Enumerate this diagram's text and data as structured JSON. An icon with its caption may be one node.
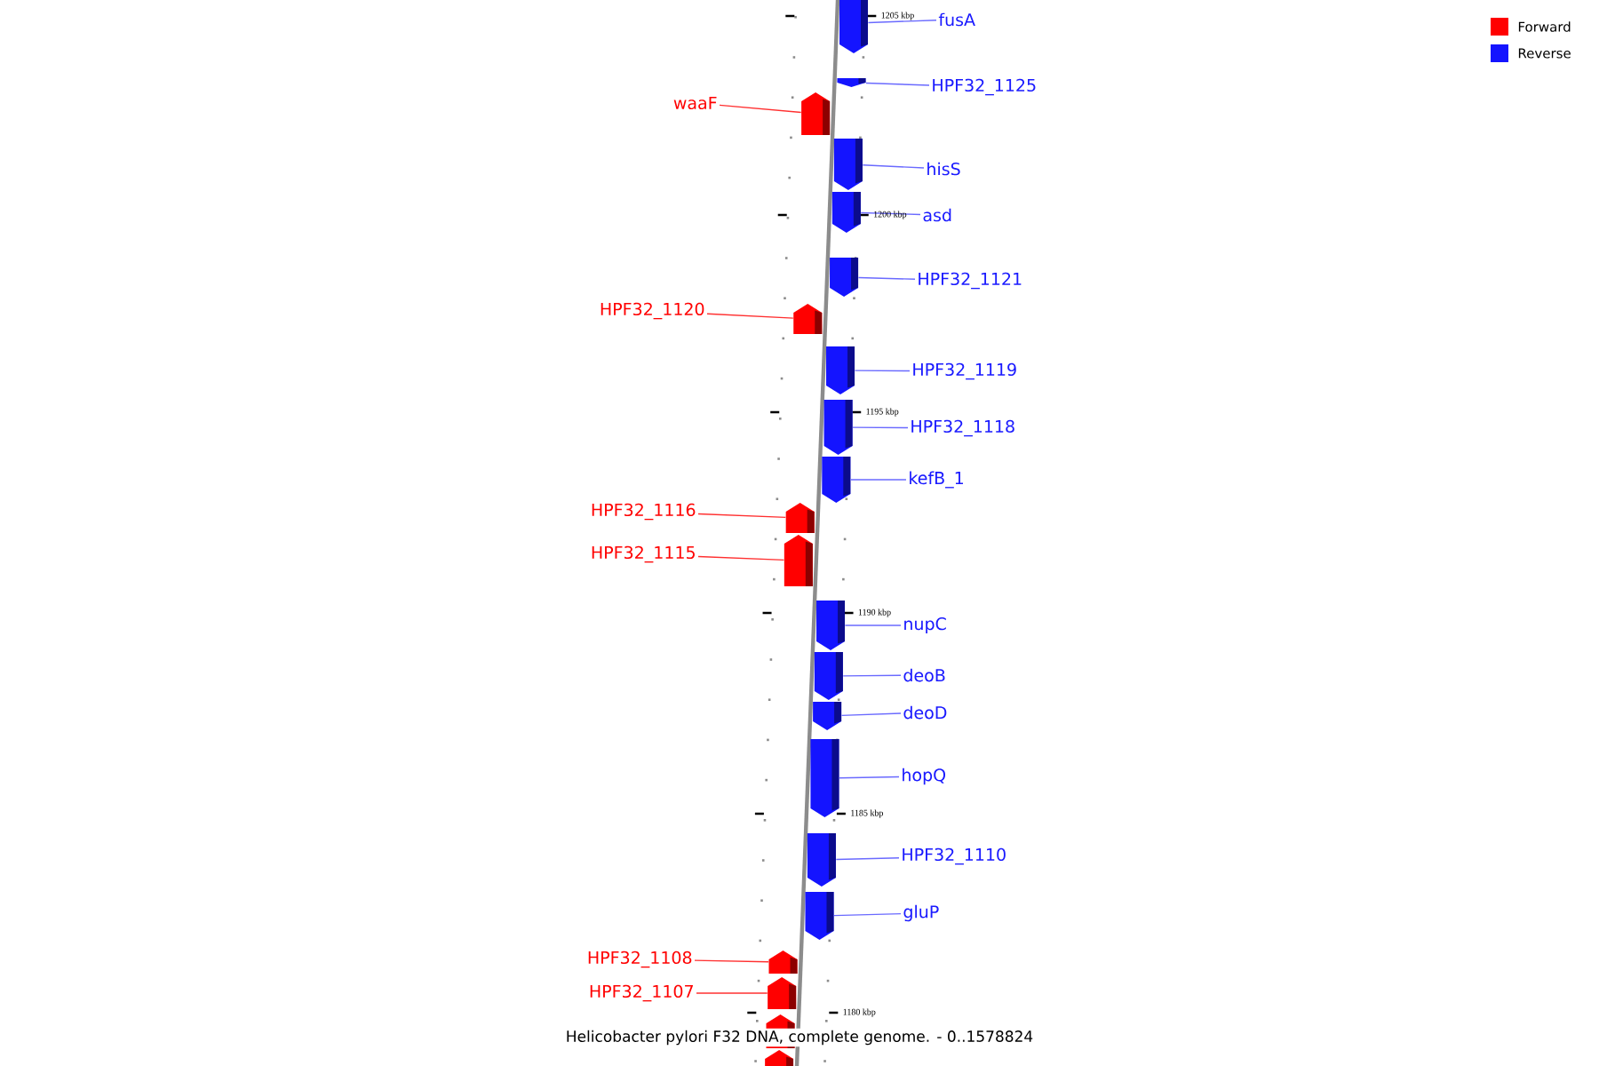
{
  "diagram": {
    "caption": "Helicobacter pylori F32 DNA, complete genome. - 0..1578824",
    "nodes": [
      {
        "text": [
          "fusA"
        ]
      },
      {
        "text": [],
        "shape": "bar"
      },
      {
        "text": [
          "HPF32_1125"
        ]
      },
      {
        "text": [],
        "shape": "bar"
      },
      {
        "text": [
          "waaF"
        ]
      },
      {
        "text": [],
        "shape": "bar"
      },
      {
        "text": [
          "hisS"
        ]
      },
      {
        "text": [],
        "shape": "bar"
      },
      {
        "text": [
          "asd"
        ]
      },
      {
        "text": [],
        "shape": "bar"
      },
      {
        "text": [
          "HPF32_1121"
        ]
      },
      {
        "text": [],
        "shape": "bar"
      },
      {
        "text": [
          "HPF32_1120"
        ]
      },
      {
        "text": [],
        "shape": "bar"
      },
      {
        "text": [
          "HPF32_1119"
        ]
      },
      {
        "text": [],
        "shape": "bar"
      },
      {
        "text": [
          "HPF32_1118"
        ]
      },
      {
        "text": [],
        "shape": "bar"
      },
      {
        "text": [
          "kefB_1"
        ]
      },
      {
        "text": [],
        "shape": "bar"
      },
      {
        "text": [
          "HPF32_1116"
        ]
      },
      {
        "text": [],
        "shape": "bar"
      },
      {
        "text": [
          "HPF32_1115"
        ]
      },
      {
        "text": [],
        "shape": "bar"
      },
      {
        "text": [
          "nupC"
        ]
      },
      {
        "text": [],
        "shape": "bar"
      },
      {
        "text": [
          "deoB"
        ]
      },
      {
        "text": [],
        "shape": "bar"
      },
      {
        "text": [
          "deoD"
        ]
      },
      {
        "text": [],
        "shape": "bar"
      },
      {
        "text": [
          "hopQ"
        ]
      },
      {
        "text": [],
        "shape": "bar"
      },
      {
        "text": [
          "HPF32_1110"
        ]
      },
      {
        "text": [],
        "shape": "bar"
      },
      {
        "text": [
          "gluP"
        ]
      },
      {
        "text": [],
        "shape": "bar"
      },
      {
        "text": [
          "HPF32_1108"
        ]
      },
      {
        "text": [],
        "shape": "bar"
      },
      {
        "text": [
          "HPF32_1107"
        ]
      },
      {
        "text": [],
        "shape": "bar"
      },
      {
        "text": [],
        "shape": "bar"
      },
      {
        "text": [],
        "shape": "bar"
      }
    ],
    "edges": [
      {
        "from": 0,
        "to": 1,
        "arrow": "none"
      },
      {
        "from": 2,
        "to": 3,
        "arrow": "none"
      },
      {
        "from": 4,
        "to": 5,
        "arrow": "none",
        "color": "#ff3030"
      },
      {
        "from": 6,
        "to": 7,
        "arrow": "none"
      },
      {
        "from": 8,
        "to": 9,
        "arrow": "none"
      },
      {
        "from": 10,
        "to": 11,
        "arrow": "none"
      },
      {
        "from": 12,
        "to": 13,
        "arrow": "none",
        "color": "#ff3030"
      },
      {
        "from": 14,
        "to": 15,
        "arrow": "none"
      },
      {
        "from": 16,
        "to": 17,
        "arrow": "none"
      },
      {
        "from": 18,
        "to": 19,
        "arrow": "none"
      },
      {
        "from": 20,
        "to": 21,
        "arrow": "none",
        "color": "#ff3030"
      },
      {
        "from": 22,
        "to": 23,
        "arrow": "none",
        "color": "#ff3030"
      },
      {
        "from": 24,
        "to": 25,
        "arrow": "none"
      },
      {
        "from": 26,
        "to": 27,
        "arrow": "none"
      },
      {
        "from": 28,
        "to": 29,
        "arrow": "none"
      },
      {
        "from": 30,
        "to": 31,
        "arrow": "none"
      },
      {
        "from": 32,
        "to": 33,
        "arrow": "none"
      },
      {
        "from": 34,
        "to": 35,
        "arrow": "none"
      },
      {
        "from": 36,
        "to": 37,
        "arrow": "none",
        "color": "#ff3030"
      },
      {
        "from": 38,
        "to": 39,
        "arrow": "none",
        "color": "#ff3030"
      }
    ],
    "labels": [
      "1205 kbp",
      "1200 kbp",
      "1195 kbp",
      "1190 kbp",
      "1185 kbp",
      "1180 kbp"
    ],
    "legend": [
      {
        "text": "Forward",
        "color": "#ff0000"
      },
      {
        "text": "Reverse",
        "color": "#1414ff"
      }
    ]
  }
}
